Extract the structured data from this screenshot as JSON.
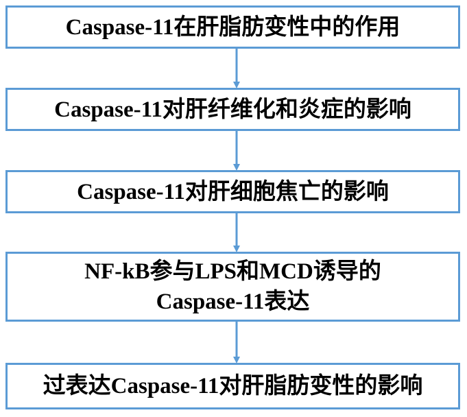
{
  "diagram": {
    "steps": [
      {
        "label": "Caspase-11在肝脂肪变性中的作用"
      },
      {
        "label": "Caspase-11对肝纤维化和炎症的影响"
      },
      {
        "label": "Caspase-11对肝细胞焦亡的影响"
      },
      {
        "label_line1": "NF-kB参与LPS和MCD诱导的",
        "label_line2": "Caspase-11表达"
      },
      {
        "label": "过表达Caspase-11对肝脂肪变性的影响"
      }
    ],
    "colors": {
      "box_border": "#5b9bd5",
      "arrow": "#5b9bd5",
      "text": "#000000",
      "background": "#ffffff"
    }
  }
}
